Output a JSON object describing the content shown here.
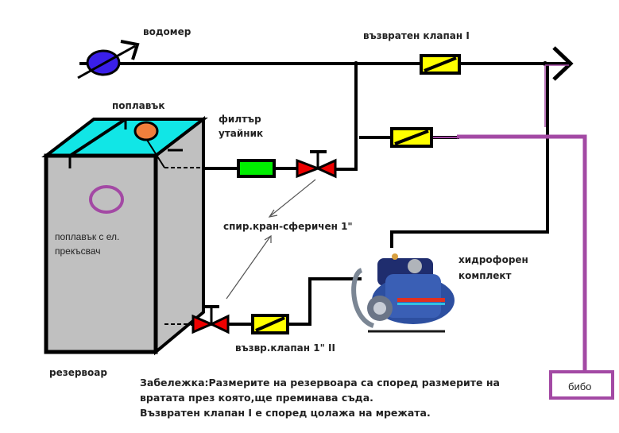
{
  "labels": {
    "water_meter": "водомер",
    "check_valve_1": "възвратен клапан   I",
    "float": "поплавък",
    "filter_line1": "филтър",
    "filter_line2": "утайник",
    "ball_valve": "спир.кран-сферичен 1\"",
    "hydrophore_line1": "хидрофорен",
    "hydrophore_line2": "комплект",
    "check_valve_2": "възвр.клапан 1\"    II",
    "tank": "резервоар"
  },
  "annotations": {
    "float_switch_line1": "поплавък с ел.",
    "float_switch_line2": "прекъсвач",
    "bibo": "бибо"
  },
  "note": {
    "line1": "Забележка:Размерите на резервоара са според размерите на",
    "line2": "вратата през която,ще преминава съда.",
    "line3": "Възвратен клапан I е според цолажа на мрежата."
  },
  "colors": {
    "pipe": "#000000",
    "check_valve_fill": "#ffff00",
    "filter_fill": "#00ee00",
    "ball_valve_fill": "#ee0000",
    "water_meter_fill": "#3a1fe8",
    "tank_top": "#11e6e6",
    "tank_body": "#c0c0c0",
    "float_fill": "#f07f3c",
    "annotation": "#a349a4"
  }
}
